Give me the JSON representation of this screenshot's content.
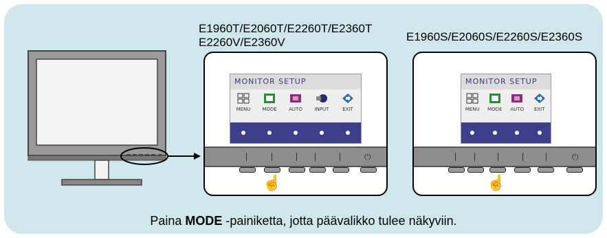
{
  "models": {
    "group_a_line1": "E1960T/E2060T/E2260T/E2360T",
    "group_a_line2": "E2260V/E2360V",
    "group_b": "E1960S/E2060S/E2260S/E2360S"
  },
  "osd": {
    "title": "MONITOR SETUP",
    "group_a_items": [
      {
        "label": "MENU",
        "icon": "menu-icon"
      },
      {
        "label": "MODE",
        "icon": "mode-icon"
      },
      {
        "label": "AUTO",
        "icon": "auto-icon"
      },
      {
        "label": "INPUT",
        "icon": "input-icon"
      },
      {
        "label": "EXIT",
        "icon": "exit-icon"
      }
    ],
    "group_b_items": [
      {
        "label": "MENU",
        "icon": "menu-icon"
      },
      {
        "label": "MODE",
        "icon": "mode-icon"
      },
      {
        "label": "AUTO",
        "icon": "auto-icon"
      },
      {
        "label": "EXIT",
        "icon": "exit-icon"
      }
    ]
  },
  "instruction": {
    "prefix": "Paina ",
    "bold": "MODE",
    "suffix": " -painiketta, jotta päävalikko tulee näkyviin."
  },
  "colors": {
    "panel": "#cfe7ea",
    "osd_bar": "#3e3f8c"
  }
}
